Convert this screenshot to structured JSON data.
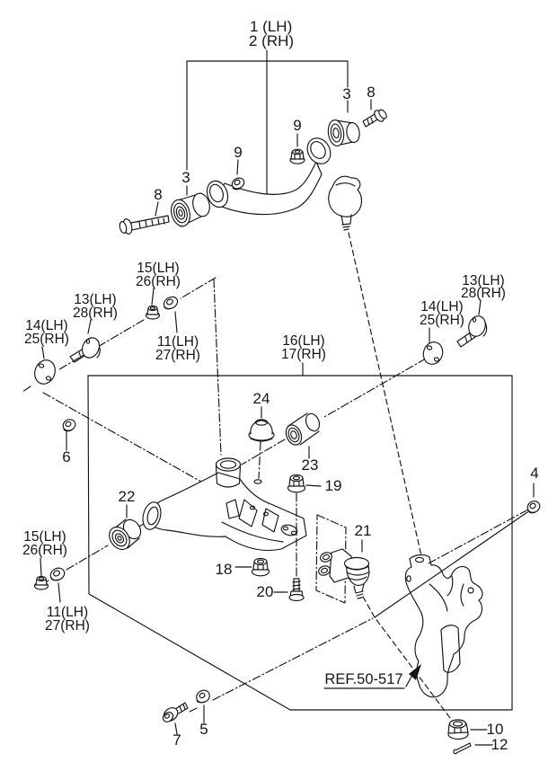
{
  "diagram": {
    "background": "#ffffff",
    "line_color": "#141414",
    "ref_label": "REF.50-517",
    "callouts": {
      "pair_1_2": {
        "l1": "1 (LH)",
        "l2": "2 (RH)"
      },
      "n3_left": "3",
      "n3_right": "3",
      "n8_left": "8",
      "n8_right": "8",
      "n9_left": "9",
      "n9_right": "9",
      "pair_15_26_upper": {
        "l1": "15(LH)",
        "l2": "26(RH)"
      },
      "pair_13_28_left": {
        "l1": "13(LH)",
        "l2": "28(RH)"
      },
      "pair_14_25_left": {
        "l1": "14(LH)",
        "l2": "25(RH)"
      },
      "pair_11_27_upper": {
        "l1": "11(LH)",
        "l2": "27(RH)"
      },
      "pair_16_17": {
        "l1": "16(LH)",
        "l2": "17(RH)"
      },
      "pair_13_28_right": {
        "l1": "13(LH)",
        "l2": "28(RH)"
      },
      "pair_14_25_right": {
        "l1": "14(LH)",
        "l2": "25(RH)"
      },
      "pair_15_26_lower": {
        "l1": "15(LH)",
        "l2": "26(RH)"
      },
      "pair_11_27_lower": {
        "l1": "11(LH)",
        "l2": "27(RH)"
      },
      "n4": "4",
      "n5": "5",
      "n6": "6",
      "n7": "7",
      "n10": "10",
      "n12": "12",
      "n18": "18",
      "n19": "19",
      "n20": "20",
      "n21": "21",
      "n22": "22",
      "n23": "23",
      "n24": "24"
    }
  }
}
